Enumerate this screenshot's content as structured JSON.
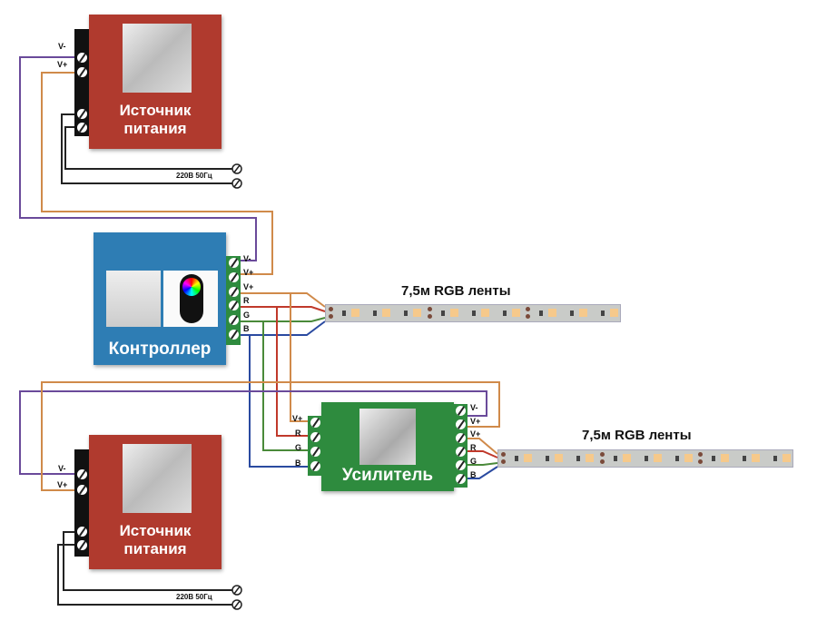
{
  "colors": {
    "psu": "#b03a2e",
    "controller": "#2e7db4",
    "amplifier": "#2e8b3e",
    "wire_v_minus": "#6a4a9a",
    "wire_v_plus": "#d08a4a",
    "wire_r": "#c0392b",
    "wire_g": "#4a8a3a",
    "wire_b": "#2a4aa0",
    "wire_mains": "#222222"
  },
  "psu_top": {
    "title_line1": "Источник",
    "title_line2": "питания",
    "terminals": [
      "V-",
      "V+"
    ],
    "mains_label": "220В 50Гц"
  },
  "psu_bottom": {
    "title_line1": "Источник",
    "title_line2": "питания",
    "terminals": [
      "V-",
      "V+"
    ],
    "mains_label": "220В 50Гц"
  },
  "controller": {
    "title": "Контроллер",
    "terminals": [
      "V-",
      "V+",
      "V+",
      "R",
      "G",
      "B"
    ]
  },
  "amplifier": {
    "title": "Усилитель",
    "inputs": [
      "V+",
      "R",
      "G",
      "B"
    ],
    "outputs": [
      "V-",
      "V+",
      "V+",
      "R",
      "G",
      "B"
    ]
  },
  "strip1": {
    "label": "7,5м RGB ленты"
  },
  "strip2": {
    "label": "7,5м RGB ленты"
  }
}
